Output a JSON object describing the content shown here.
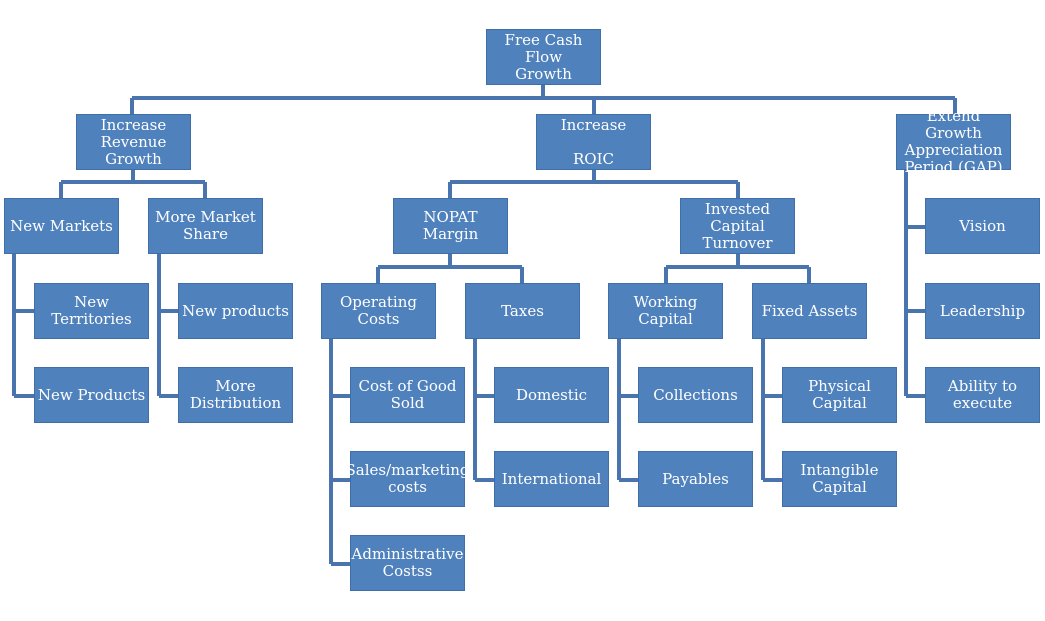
{
  "colors": {
    "box": "#4f81bd",
    "connector": "#4a74ad",
    "text": "#ffffff"
  },
  "nodes": {
    "root": "Free Cash Flow\nGrowth",
    "revenue": "Increase\nRevenue\nGrowth",
    "roic": "Increase\n\nROIC",
    "gap": "Extend Growth\nAppreciation\nPeriod (GAP)",
    "new_markets": "New Markets",
    "market_share": "More Market\nShare",
    "new_territories": "New Territories",
    "new_products_markets": "New Products",
    "new_products_share": "New products",
    "more_distribution": "More\nDistribution",
    "nopat": "NOPAT Margin",
    "invested_capital": "Invested Capital\nTurnover",
    "operating_costs": "Operating Costs",
    "taxes": "Taxes",
    "working_capital": "Working Capital",
    "fixed_assets": "Fixed Assets",
    "cogs": "Cost of Good\nSold",
    "sales_marketing": "Sales/marketing\ncosts",
    "administrative": "Administrative\nCostss",
    "domestic": "Domestic",
    "international": "International",
    "collections": "Collections",
    "payables": "Payables",
    "physical_capital": "Physical Capital",
    "intangible_capital": "Intangible\nCapital",
    "vision": "Vision",
    "leadership": "Leadership",
    "ability_execute": "Ability to\nexecute"
  }
}
